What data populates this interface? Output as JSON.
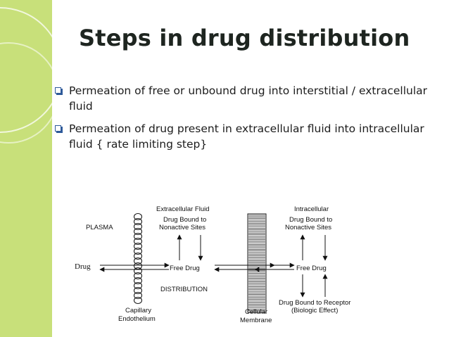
{
  "slide": {
    "title": "Steps in drug distribution",
    "bullets": [
      "Permeation of free or unbound drug into interstitial / extracellular fluid",
      "Permeation of drug present in extracellular fluid into intracellular fluid { rate limiting step}"
    ]
  },
  "diagram": {
    "plasma_label": "PLASMA",
    "drug_label": "Drug",
    "extracellular_title": "Extracellular Fluid",
    "extracellular_bound_1": "Drug Bound to",
    "extracellular_bound_2": "Nonactive Sites",
    "extracellular_free": "Free Drug",
    "distribution_label": "DISTRIBUTION",
    "capillary_label_1": "Capillary",
    "capillary_label_2": "Endothelium",
    "membrane_label_1": "Cellular",
    "membrane_label_2": "Membrane",
    "intracellular_title": "Intracellular",
    "intracellular_bound_1": "Drug Bound to",
    "intracellular_bound_2": "Nonactive Sites",
    "intracellular_free": "Free Drug",
    "receptor_label_1": "Drug Bound to Receptor",
    "receptor_label_2": "(Biologic Effect)"
  },
  "colors": {
    "left_band": "#c8e07a",
    "bullet_icon": "#2e5a9a",
    "title_text": "#1e2520"
  }
}
